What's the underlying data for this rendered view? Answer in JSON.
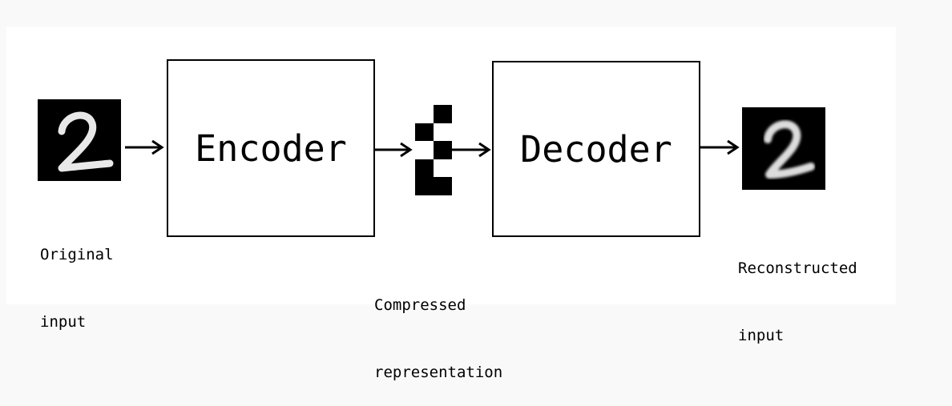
{
  "diagram": {
    "encoder_label": "Encoder",
    "decoder_label": "Decoder",
    "original_input_label": [
      "Original",
      "input"
    ],
    "compressed_label": [
      "Compressed",
      "representation"
    ],
    "reconstructed_label": [
      "Reconstructed",
      "input"
    ],
    "code_pattern": [
      [
        1,
        0
      ],
      [
        0,
        1
      ],
      [
        1,
        0
      ],
      [
        0,
        1
      ],
      [
        0,
        0
      ]
    ],
    "colors": {
      "line": "#000000",
      "box_fill": "#ffffff",
      "background": "#ffffff",
      "code_on": "#ffffff",
      "code_off": "#000000"
    }
  }
}
